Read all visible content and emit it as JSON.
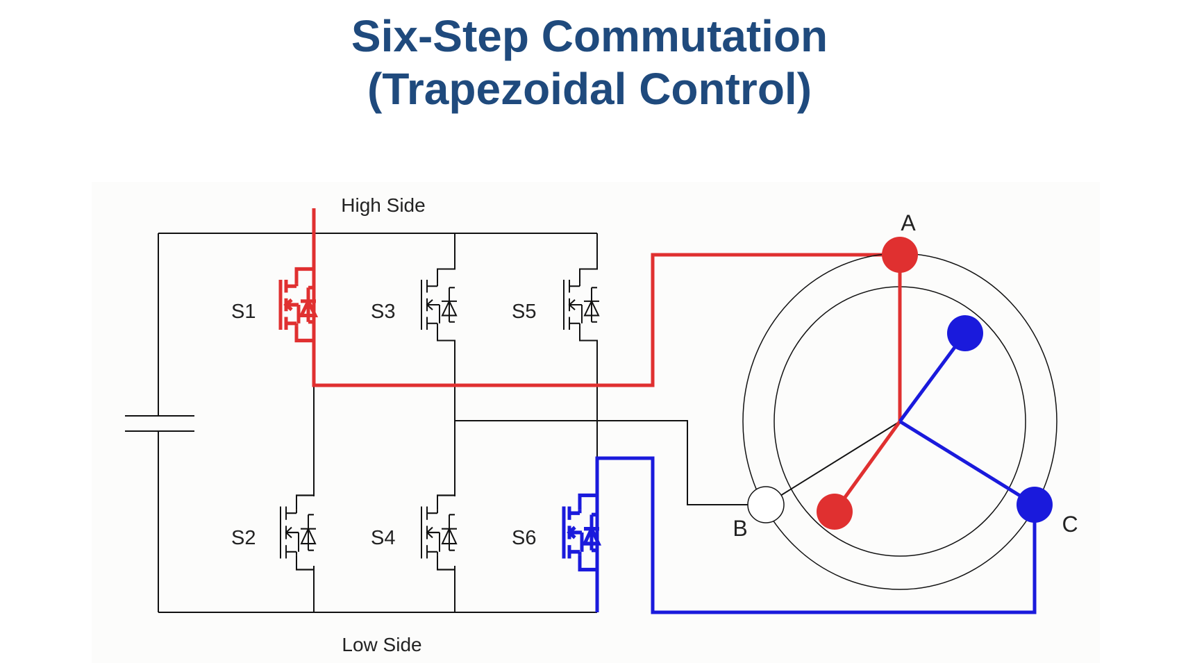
{
  "title": {
    "line1": "Six-Step Commutation",
    "line2": "(Trapezoidal Control)"
  },
  "labels": {
    "high_side": "High Side",
    "low_side": "Low Side"
  },
  "switches": [
    {
      "label": "S1",
      "state": "on",
      "color": "#e03030"
    },
    {
      "label": "S3",
      "state": "off",
      "color": "#111111"
    },
    {
      "label": "S5",
      "state": "off",
      "color": "#111111"
    },
    {
      "label": "S2",
      "state": "off",
      "color": "#111111"
    },
    {
      "label": "S4",
      "state": "off",
      "color": "#111111"
    },
    {
      "label": "S6",
      "state": "on",
      "color": "#1a1adc"
    }
  ],
  "phases": {
    "a": {
      "label": "A",
      "color": "#e03030"
    },
    "b": {
      "label": "B",
      "color": "#111111"
    },
    "c": {
      "label": "C",
      "color": "#1a1adc"
    }
  },
  "colors": {
    "title": "#1f4a7d",
    "high_current": "#e03030",
    "low_current": "#1a1adc",
    "wire": "#111111"
  }
}
